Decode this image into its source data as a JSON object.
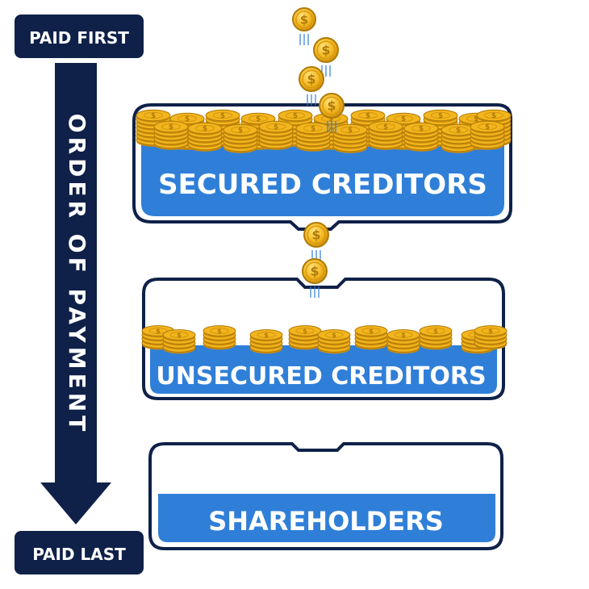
{
  "order": {
    "top_label": "PAID FIRST",
    "bottom_label": "PAID LAST",
    "arrow_label": "ORDER OF PAYMENT"
  },
  "tiers": [
    {
      "label": "SECURED CREDITORS",
      "fill_level": 0.85
    },
    {
      "label": "UNSECURED CREDITORS",
      "fill_level": 0.3
    },
    {
      "label": "SHAREHOLDERS",
      "fill_level": 0.0
    }
  ],
  "colors": {
    "navy": "#0f2149",
    "blue": "#2f7fd8",
    "gold": "#f2b51d",
    "gold_dark": "#c98a0c",
    "outline": "#0f2149"
  },
  "icons": {
    "coin": "dollar-coin-icon",
    "arrow": "arrow-down-icon"
  }
}
